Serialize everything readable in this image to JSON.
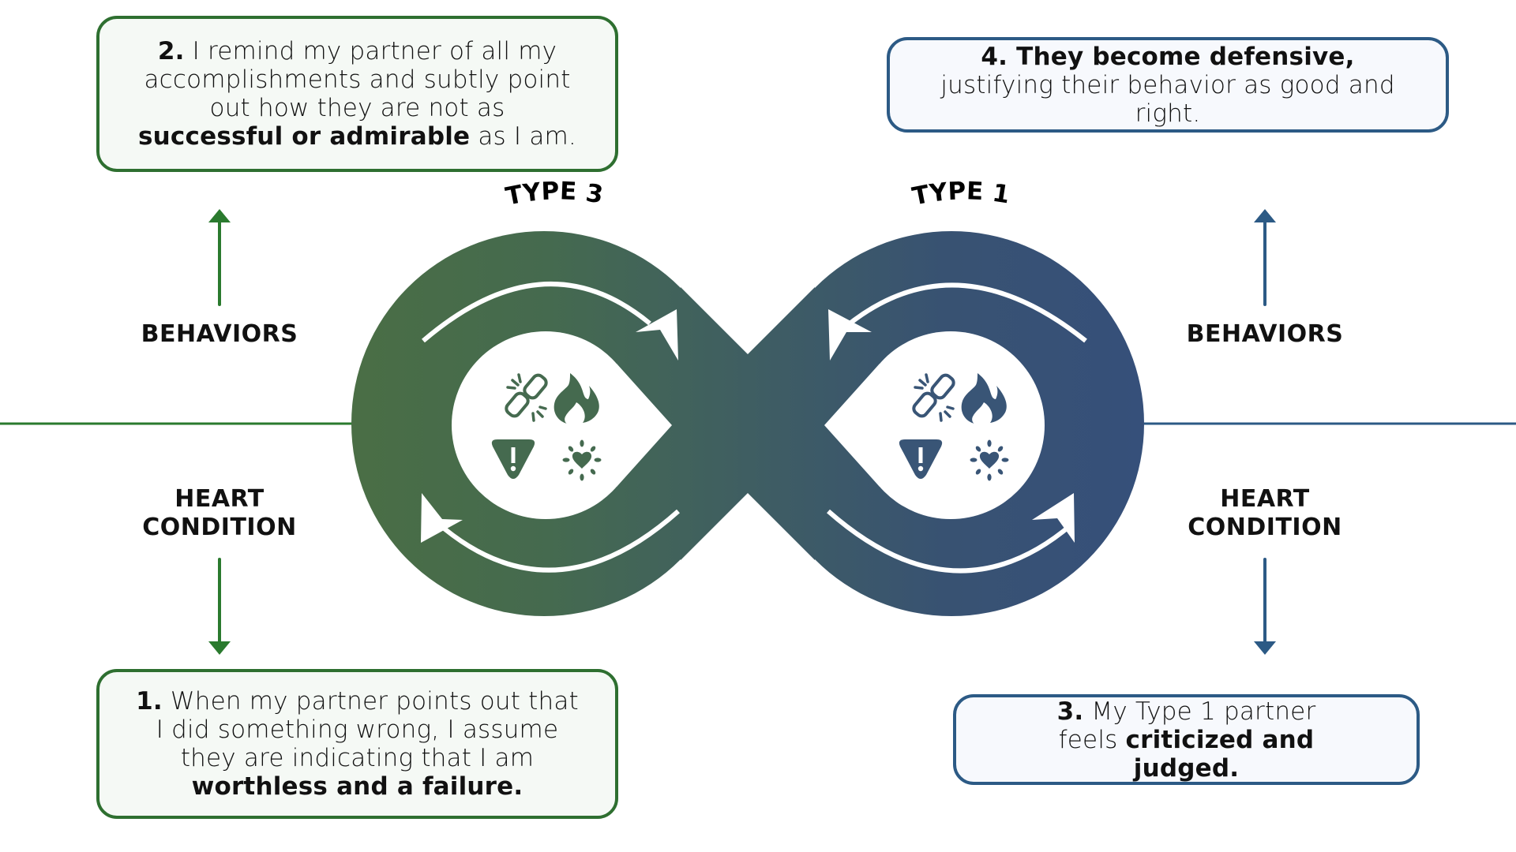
{
  "colors": {
    "green": "#2e6f30",
    "green_loop": "#4a6e45",
    "blue": "#2c5a85",
    "blue_loop": "#36507a",
    "left_line": "#2a7a2e",
    "right_line": "#2c5a85"
  },
  "loops": [
    {
      "label": "TYPE 3",
      "side": "left"
    },
    {
      "label": "TYPE 1",
      "side": "right"
    }
  ],
  "icons": [
    "broken-link",
    "flame",
    "warning",
    "heart-burst"
  ],
  "left": {
    "behaviors_label": "BEHAVIORS",
    "heart_condition_label_1": "HEART",
    "heart_condition_label_2": "CONDITION"
  },
  "right": {
    "behaviors_label": "BEHAVIORS",
    "heart_condition_label_1": "HEART",
    "heart_condition_label_2": "CONDITION"
  },
  "boxes": {
    "step2": {
      "num": "2.",
      "t1": " I remind my partner of all my accomplishments and subtly point out how they are not as ",
      "b1": "successful or admirable",
      "t2": " as I am."
    },
    "step1": {
      "num": "1.",
      "t1": " When my partner points out that I did something wrong, I assume they are indicating that I am ",
      "b1": "worthless and a failure."
    },
    "step4": {
      "b1": "4. They become defensive,",
      "t1": " justifying their behavior as good and right."
    },
    "step3": {
      "num": "3.",
      "t1": " My Type 1 partner feels ",
      "b1": "criticized and judged."
    }
  }
}
